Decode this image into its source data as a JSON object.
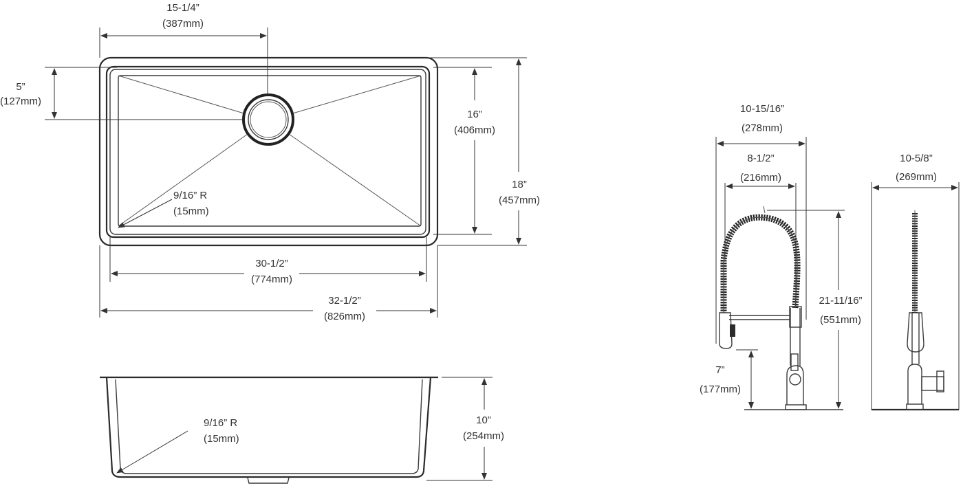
{
  "sink_top_view": {
    "drain_offset": {
      "imperial": "15-1/4”",
      "metric": "(387mm)"
    },
    "drain_to_edge": {
      "imperial": "5”",
      "metric": "(127mm)"
    },
    "inner_depth": {
      "imperial": "16”",
      "metric": "(406mm)"
    },
    "outer_depth": {
      "imperial": "18”",
      "metric": "(457mm)"
    },
    "corner_radius": {
      "imperial": "9/16” R",
      "metric": "(15mm)"
    },
    "inner_width": {
      "imperial": "30-1/2”",
      "metric": "(774mm)"
    },
    "outer_width": {
      "imperial": "32-1/2”",
      "metric": "(826mm)"
    }
  },
  "sink_side_view": {
    "corner_radius": {
      "imperial": "9/16” R",
      "metric": "(15mm)"
    },
    "bowl_depth": {
      "imperial": "10”",
      "metric": "(254mm)"
    }
  },
  "faucet_front_view": {
    "overall_reach": {
      "imperial": "10-15/16”",
      "metric": "(278mm)"
    },
    "spout_reach": {
      "imperial": "8-1/2”",
      "metric": "(216mm)"
    },
    "overall_height": {
      "imperial": "21-11/16”",
      "metric": "(551mm)"
    },
    "spout_height": {
      "imperial": "7”",
      "metric": "(177mm)"
    }
  },
  "faucet_side_view": {
    "depth": {
      "imperial": "10-5/8”",
      "metric": "(269mm)"
    }
  }
}
